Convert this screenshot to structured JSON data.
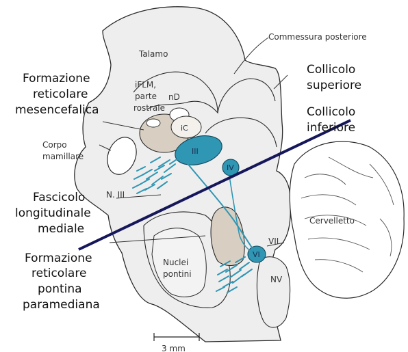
{
  "colors": {
    "tissue": "#eeeeee",
    "outline": "#2a2a2a",
    "nucleus": "#d8cfc2",
    "cyan": "#2f96b4",
    "navy": "#15175a"
  },
  "labels": {
    "talamo": "Talamo",
    "commessura": "Commessura posteriore",
    "iflm_1": "iFLM,",
    "iflm_2": "parte",
    "iflm_3": "rostrale",
    "nd": "nD",
    "ic": "iC",
    "iii": "III",
    "iv": "IV",
    "vi": "VI",
    "vii": "VII",
    "nv": "NV",
    "corpo_1": "Corpo",
    "corpo_2": "mamillare",
    "n_iii": "N. III",
    "cervelletto": "Cervelletto",
    "nuclei_1": "Nuclei",
    "nuclei_2": "pontini",
    "scale": "3 mm"
  },
  "big_labels": {
    "formazione_mes_1": "Formazione",
    "formazione_mes_2": "reticolare",
    "formazione_mes_3": "mesencefalica",
    "coll_sup_1": "Collicolo",
    "coll_sup_2": "superiore",
    "coll_inf_1": "Collicolo",
    "coll_inf_2": "inferiore",
    "fascicolo_1": "Fascicolo",
    "fascicolo_2": "longitudinale",
    "fascicolo_3": "mediale",
    "formazione_pont_1": "Formazione",
    "formazione_pont_2": "reticolare",
    "formazione_pont_3": "pontina",
    "formazione_pont_4": "paramediana"
  }
}
